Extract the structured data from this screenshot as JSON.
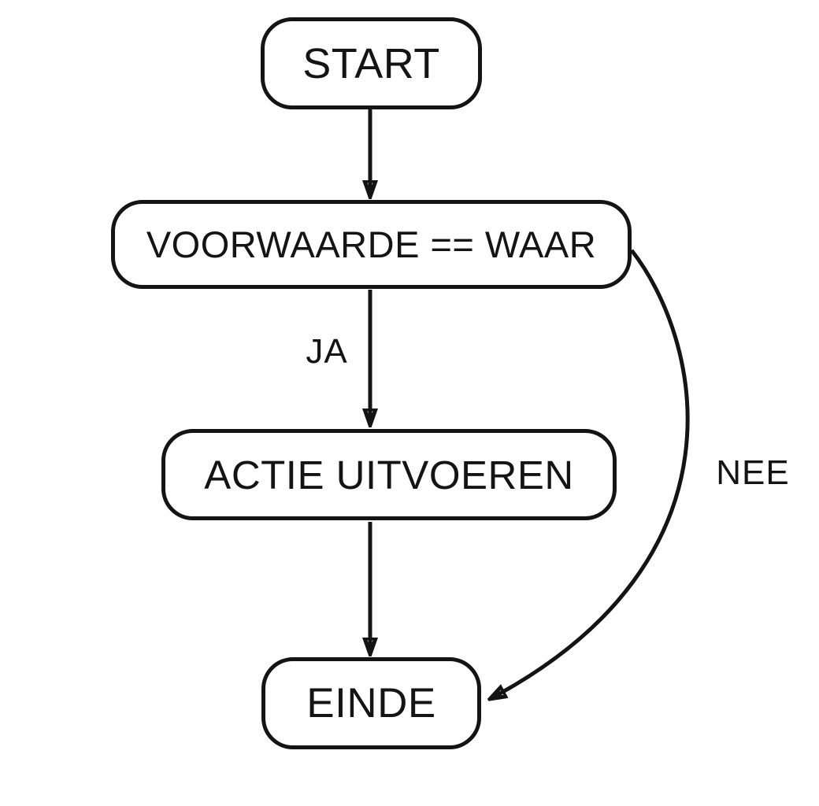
{
  "diagram": {
    "type": "flowchart",
    "background_color": "#ffffff",
    "ink_color": "#141414",
    "nodes": [
      {
        "id": "start",
        "label": "START",
        "shape": "rounded-rectangle"
      },
      {
        "id": "condition",
        "label": "VOORWAARDE == WAAR",
        "shape": "rounded-rectangle"
      },
      {
        "id": "action",
        "label": "ACTIE UITVOEREN",
        "shape": "rounded-rectangle"
      },
      {
        "id": "end",
        "label": "EINDE",
        "shape": "rounded-rectangle"
      }
    ],
    "edges": [
      {
        "from": "start",
        "to": "condition",
        "label": "",
        "style": "straight-down"
      },
      {
        "from": "condition",
        "to": "action",
        "label": "JA",
        "style": "straight-down"
      },
      {
        "from": "action",
        "to": "end",
        "label": "",
        "style": "straight-down"
      },
      {
        "from": "condition",
        "to": "end",
        "label": "NEE",
        "style": "curved-right"
      }
    ]
  }
}
